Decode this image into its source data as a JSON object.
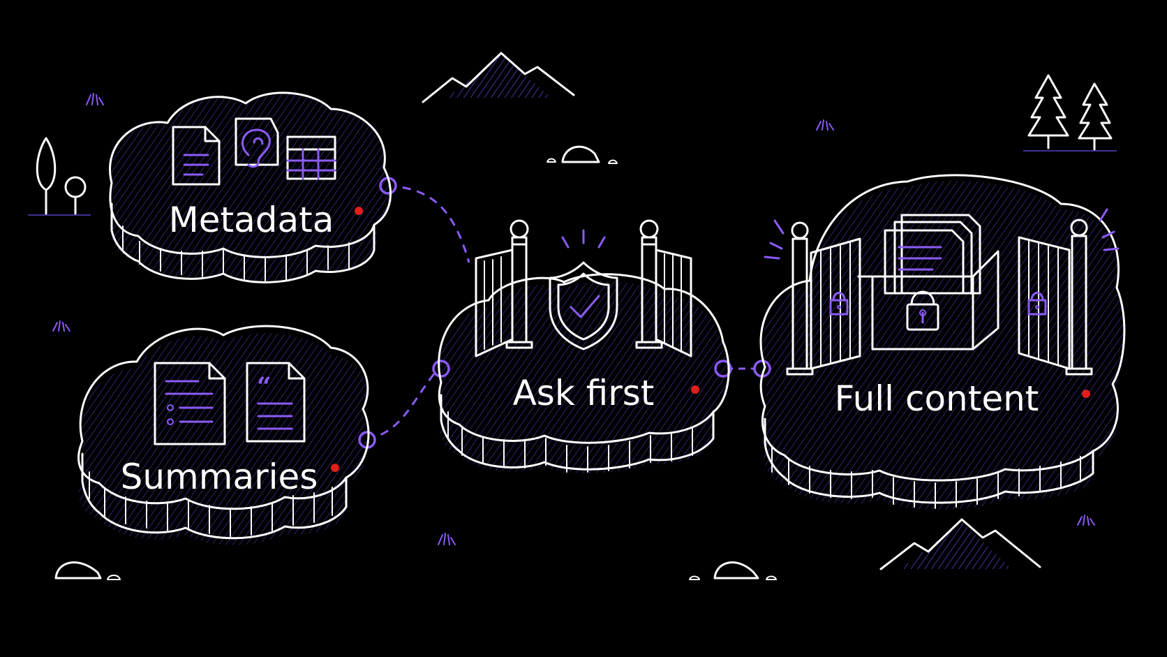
{
  "colors": {
    "background": "#000000",
    "line": "#ffffff",
    "accent": "#8b5cf6",
    "marker": "#e11d1d"
  },
  "nodes": {
    "metadata": {
      "label": "Metadata",
      "icons": [
        "document-icon",
        "ear-icon",
        "table-icon"
      ]
    },
    "summaries": {
      "label": "Summaries",
      "icons": [
        "bullet-list-document-icon",
        "quote-document-icon"
      ]
    },
    "ask_first": {
      "label": "Ask first",
      "icons": [
        "shield-check-icon",
        "open-gate-icon"
      ]
    },
    "full_content": {
      "label": "Full content",
      "icons": [
        "locked-box-icon",
        "locked-gate-icon"
      ]
    }
  },
  "connections": [
    {
      "from": "Metadata",
      "to": "Ask first",
      "style": "dashed"
    },
    {
      "from": "Summaries",
      "to": "Ask first",
      "style": "dashed"
    },
    {
      "from": "Ask first",
      "to": "Full content",
      "style": "dashed"
    }
  ]
}
